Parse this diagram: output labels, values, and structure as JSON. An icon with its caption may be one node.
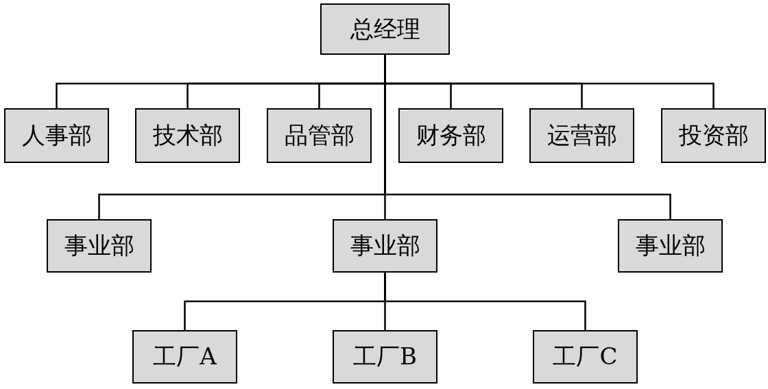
{
  "diagram": {
    "nodes": [
      {
        "text": [
          "总经理"
        ]
      },
      {
        "text": [
          "人事部"
        ]
      },
      {
        "text": [
          "技术部"
        ]
      },
      {
        "text": [
          "品管部"
        ]
      },
      {
        "text": [
          "财务部"
        ]
      },
      {
        "text": [
          "运营部"
        ]
      },
      {
        "text": [
          "投资部"
        ]
      },
      {
        "text": [
          "事业部"
        ]
      },
      {
        "text": [
          "事业部"
        ]
      },
      {
        "text": [
          "事业部"
        ]
      },
      {
        "text": [
          "工厂A"
        ]
      },
      {
        "text": [
          "工厂B"
        ]
      },
      {
        "text": [
          "工厂C"
        ]
      }
    ],
    "edges": [
      {
        "from": 0,
        "to": 1,
        "arrow": "none"
      },
      {
        "from": 0,
        "to": 2,
        "arrow": "none"
      },
      {
        "from": 0,
        "to": 3,
        "arrow": "none"
      },
      {
        "from": 0,
        "to": 4,
        "arrow": "none"
      },
      {
        "from": 0,
        "to": 5,
        "arrow": "none"
      },
      {
        "from": 0,
        "to": 6,
        "arrow": "none"
      },
      {
        "from": 0,
        "to": 7,
        "arrow": "none"
      },
      {
        "from": 0,
        "to": 8,
        "arrow": "none"
      },
      {
        "from": 0,
        "to": 9,
        "arrow": "none"
      },
      {
        "from": 8,
        "to": 10,
        "arrow": "none"
      },
      {
        "from": 8,
        "to": 11,
        "arrow": "none"
      },
      {
        "from": 8,
        "to": 12,
        "arrow": "none"
      }
    ]
  }
}
